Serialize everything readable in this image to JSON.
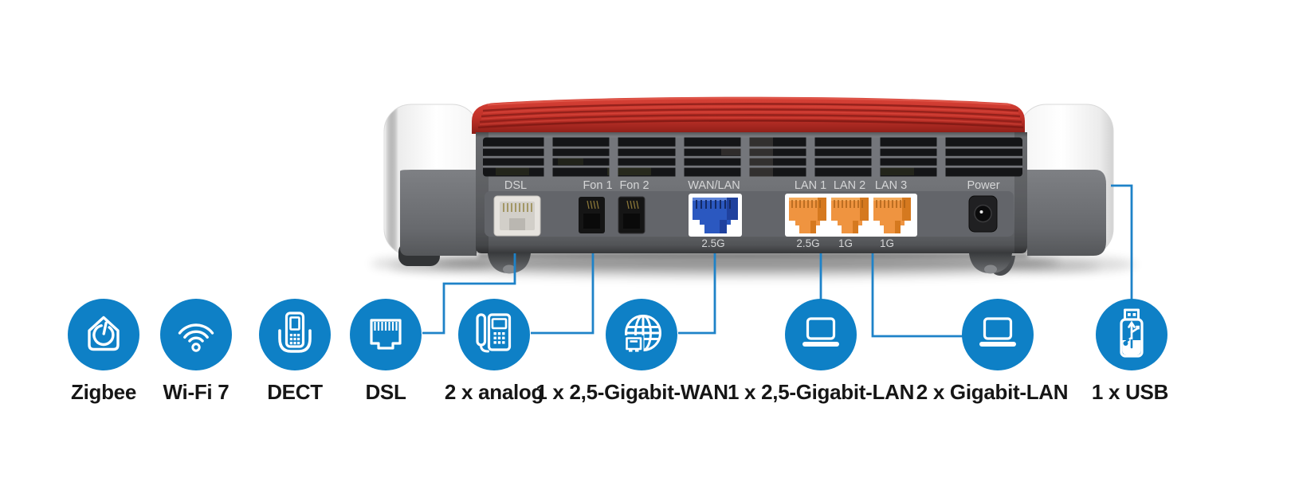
{
  "router": {
    "ports": [
      {
        "label": "DSL"
      },
      {
        "label": "Fon 1"
      },
      {
        "label": "Fon 2"
      },
      {
        "label": "WAN/LAN"
      },
      {
        "label": "LAN 1"
      },
      {
        "label": "LAN 2"
      },
      {
        "label": "LAN 3"
      },
      {
        "label": "Power"
      }
    ],
    "speed_badges": [
      {
        "label": "2.5G"
      },
      {
        "label": "2.5G"
      },
      {
        "label": "1G"
      },
      {
        "label": "1G"
      }
    ]
  },
  "features": [
    {
      "icon": "zigbee-home-icon",
      "label": "Zigbee"
    },
    {
      "icon": "wifi-icon",
      "label": "Wi-Fi 7"
    },
    {
      "icon": "dect-handset-icon",
      "label": "DECT"
    },
    {
      "icon": "dsl-jack-icon",
      "label": "DSL"
    },
    {
      "icon": "analog-phone-icon",
      "label": "2 x analog"
    },
    {
      "icon": "globe-wan-icon",
      "label": "1 x 2,5-Gigabit-WAN"
    },
    {
      "icon": "laptop-icon",
      "label": "1 x 2,5-Gigabit-LAN"
    },
    {
      "icon": "laptop-icon",
      "label": "2 x Gigabit-LAN"
    },
    {
      "icon": "usb-stick-icon",
      "label": "1 x USB"
    }
  ],
  "colors": {
    "feature_blue": "#0e80c6",
    "connector_blue": "#1e82c8",
    "brand_red": "#c13128",
    "body_gray": "#707276",
    "port_label_gray": "#d5d6d7",
    "label_black": "#161616",
    "wan_port_blue": "#2b58c0",
    "lan_port_orange": "#ef9440"
  }
}
